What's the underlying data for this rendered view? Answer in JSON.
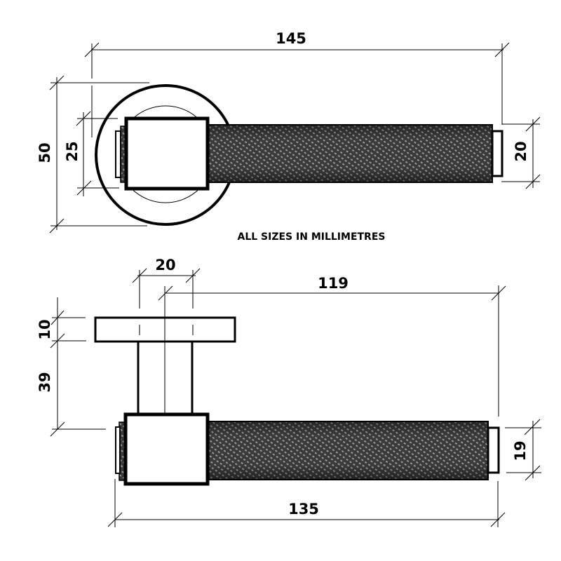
{
  "note": "ALL SIZES IN MILLIMETRES",
  "colors": {
    "line": "#000000",
    "knurl_dark": "#2a2a2a",
    "knurl_light": "#8a8a8a",
    "background": "#ffffff"
  },
  "top_view": {
    "dimensions": {
      "overall_length": "145",
      "rose_diameter": "50",
      "square_height": "25",
      "lever_diameter": "20"
    }
  },
  "side_view": {
    "dimensions": {
      "stem_spacing": "20",
      "projection_length": "119",
      "rose_thickness": "10",
      "projection_height": "39",
      "lever_length": "135",
      "lever_diameter": "19"
    }
  }
}
